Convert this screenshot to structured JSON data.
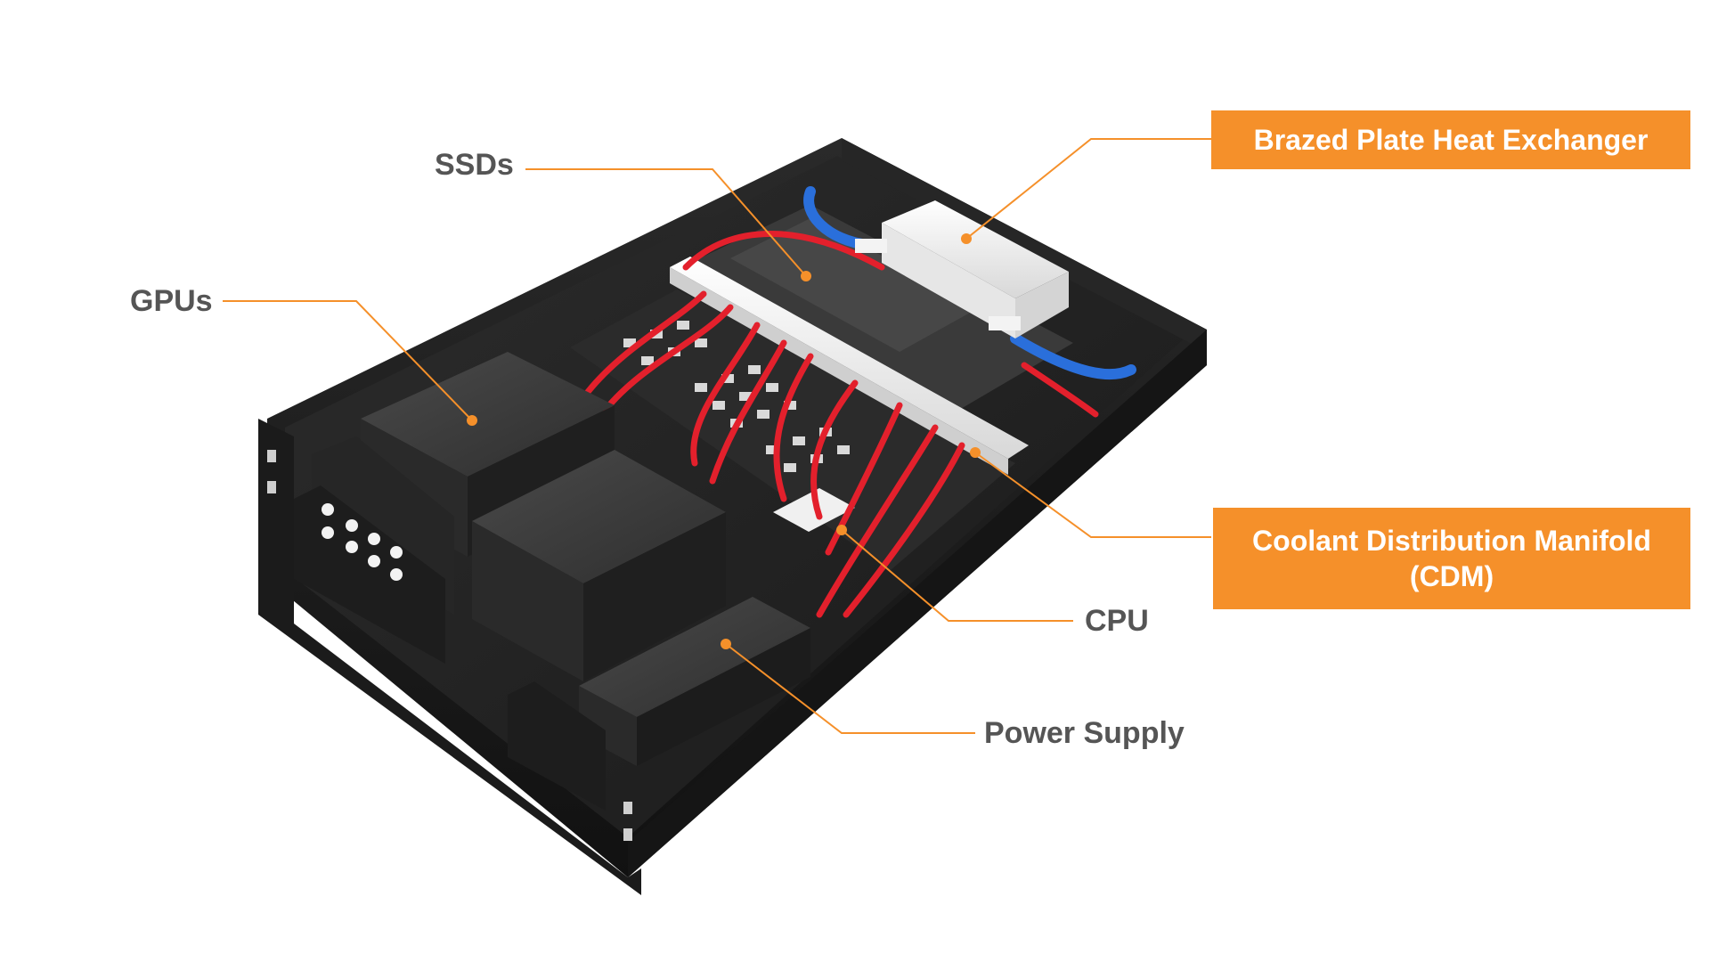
{
  "labels": {
    "ssds": "SSDs",
    "gpus": "GPUs",
    "cpu": "CPU",
    "power_supply": "Power Supply",
    "heat_exchanger": "Brazed Plate Heat Exchanger",
    "cdm_line1": "Coolant Distribution Manifold",
    "cdm_line2": "(CDM)"
  },
  "colors": {
    "accent": "#f5902a",
    "label_text": "#555555",
    "chassis": "#1f1f1f",
    "coolant_hot": "#e3202c",
    "coolant_cold": "#2a6fdb",
    "manifold": "#f2f2f2"
  }
}
